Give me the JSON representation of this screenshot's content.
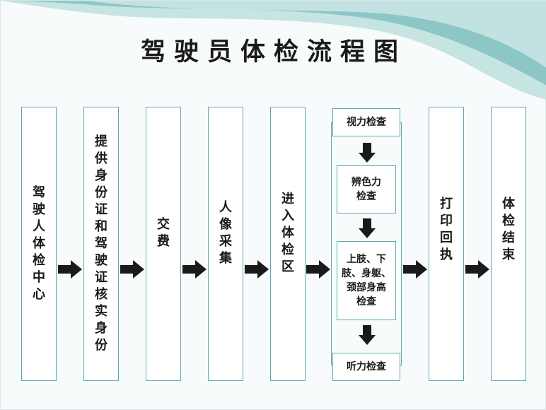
{
  "title": "驾驶员体检流程图",
  "colors": {
    "box_border": "#5ea8ae",
    "wave_dark": "#8cc7c6",
    "wave_light": "#c6e4e2",
    "arrow": "#1a1a1a"
  },
  "steps": [
    "驾驶人体检中心",
    "提供身份证和驾驶证核实身份",
    "交费",
    "人像采集",
    "进入体检区",
    "",
    "打印回执",
    "体检结束"
  ],
  "checks": {
    "vision": "视力检查",
    "color": [
      "辨色力",
      "检查"
    ],
    "limbs": [
      "上肢、下",
      "肢、身躯、",
      "颈部身高",
      "检查"
    ],
    "hearing": "听力检查"
  }
}
